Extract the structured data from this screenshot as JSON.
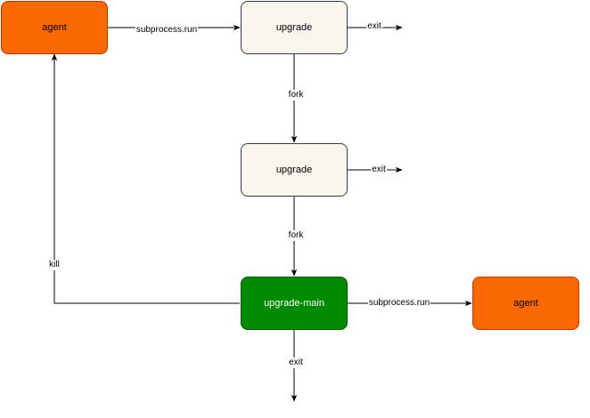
{
  "colors": {
    "agent_fill": "#fa6800",
    "agent_stroke": "#c73500",
    "upgrade_fill": "#f9f7ed",
    "upgrade_stroke": "#36393d",
    "main_fill": "#008a00",
    "main_stroke": "#005700",
    "edge": "#000000"
  },
  "nodes": {
    "agent_top": "agent",
    "upgrade_1": "upgrade",
    "upgrade_2": "upgrade",
    "upgrade_main": "upgrade-main",
    "agent_right": "agent"
  },
  "edges": {
    "run_1": "subprocess.run",
    "exit_1": "exit",
    "fork_1": "fork",
    "exit_2": "exit",
    "fork_2": "fork",
    "kill": "kill",
    "run_2": "subprocess.run",
    "exit_3": "exit"
  }
}
